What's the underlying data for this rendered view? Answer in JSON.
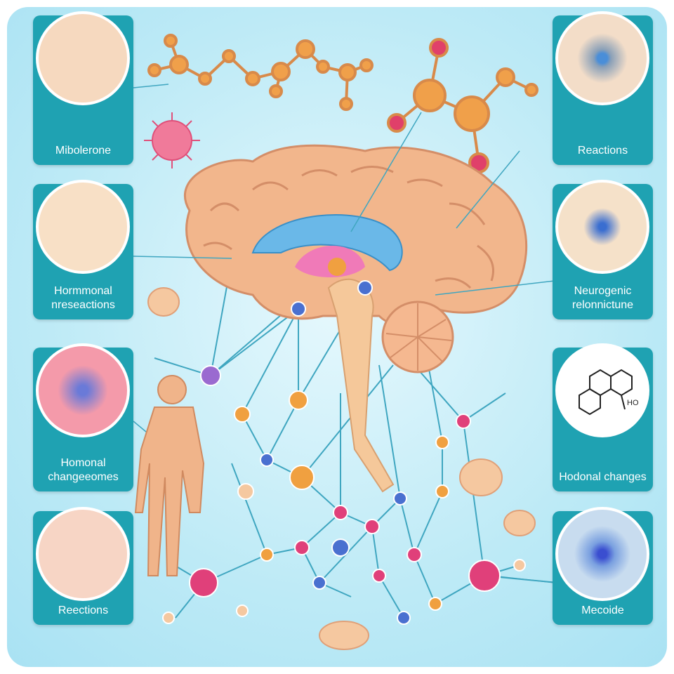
{
  "left_panels": [
    {
      "label": "Mibolerone",
      "circle_color": "#f6d9bf",
      "vein_color": "#4a8ed8"
    },
    {
      "label": "Hormmonal nreseactions",
      "circle_color": "#f8e0c6",
      "vein_color": "#3a9ee0"
    },
    {
      "label": "Homonal changeeomes",
      "circle_color": "#f49aaa",
      "vein_color": "#4a6fd8"
    },
    {
      "label": "Reections",
      "circle_color": "#f7d5c5",
      "vein_color": "#e04a6a"
    }
  ],
  "right_panels": [
    {
      "label": "Reactions",
      "circle_color": "#f3ddc8",
      "vein_color": "#5a7fa8"
    },
    {
      "label": "Neurogenic relonnictune",
      "circle_color": "#f5e1c9",
      "vein_color": "#3a7ee0"
    },
    {
      "label": "Hodonal changes",
      "circle_color": "#ffffff",
      "vein_color": "#222222"
    },
    {
      "label": "Mecoide",
      "circle_color": "#c8dcef",
      "vein_color": "#4a8ed8"
    }
  ],
  "molecule_label": "HO",
  "colors": {
    "panel": "#1fa2b2",
    "brain": "#f0b48a",
    "node_orange": "#f0a040",
    "node_pink": "#e0407a",
    "line": "#3fa6c0"
  }
}
